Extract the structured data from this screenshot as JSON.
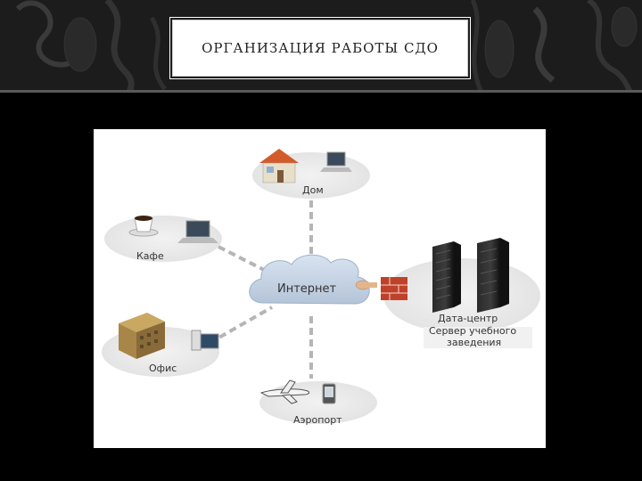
{
  "slide": {
    "title": "ОРГАНИЗАЦИЯ РАБОТЫ СДО"
  },
  "diagram": {
    "center_label": "Интернет",
    "nodes": {
      "home": "Дом",
      "cafe": "Кафе",
      "office": "Офис",
      "airport": "Аэропорт",
      "datacenter": "Дата-центр",
      "server_line1": "Сервер учебного",
      "server_line2": "заведения"
    }
  }
}
